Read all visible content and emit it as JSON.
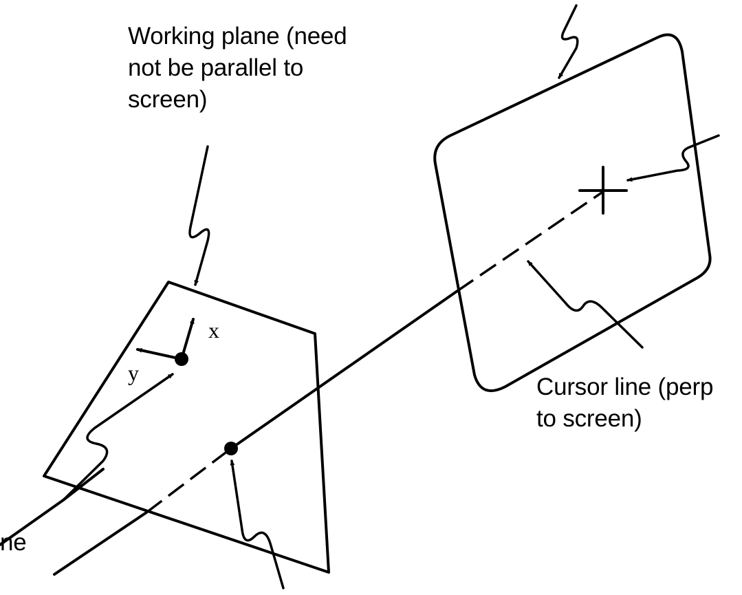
{
  "labels": {
    "working_plane": "Working plane (need\nnot be parallel to\nscreen)",
    "cursor_line": "Cursor line (perp\nto screen)",
    "axis_x": "x",
    "axis_y": "y",
    "clipped_left": "ne"
  }
}
